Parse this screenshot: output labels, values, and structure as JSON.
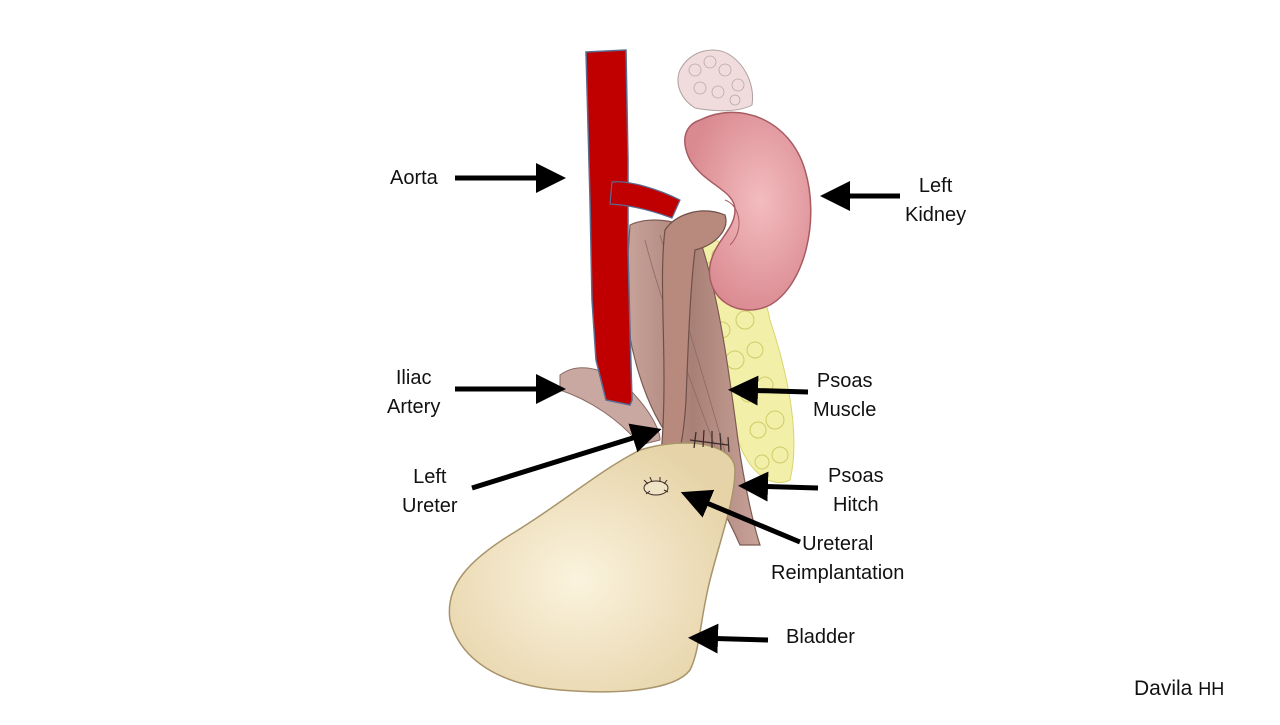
{
  "labels": {
    "aorta": "Aorta",
    "left_kidney": [
      "Left",
      "Kidney"
    ],
    "iliac_artery": [
      "Iliac",
      "Artery"
    ],
    "psoas_muscle": [
      "Psoas",
      "Muscle"
    ],
    "left_ureter": [
      "Left",
      "Ureter"
    ],
    "psoas_hitch": [
      "Psoas",
      "Hitch"
    ],
    "ureteral_reimplantation": [
      "Ureteral",
      "Reimplantation"
    ],
    "bladder": "Bladder"
  },
  "credit": {
    "name": "Davila",
    "suffix": "HH"
  },
  "colors": {
    "aorta": "#c00000",
    "kidney": "#e8a0a4",
    "adrenal": "#f0d8d8",
    "psoas": "#b89088",
    "ureter": "#b08478",
    "fat": "#f2f0a8",
    "bladder": "#efe0bb",
    "arrow": "#000000"
  }
}
